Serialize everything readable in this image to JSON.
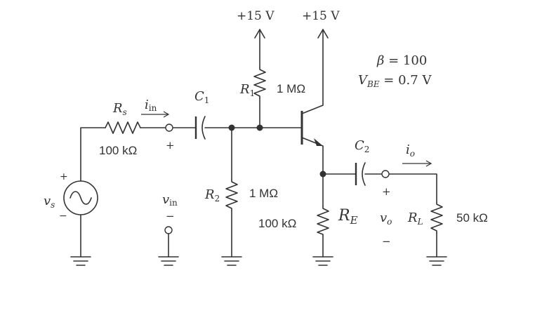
{
  "supply": {
    "left": "+15 V",
    "right": "+15 V"
  },
  "params": {
    "beta_sym": "β",
    "beta_eq": " = 100",
    "vbe_sym": "V",
    "vbe_sub": "BE",
    "vbe_eq": " = 0.7 V"
  },
  "components": {
    "R1": {
      "sym": "R",
      "sub": "1",
      "value": "1 MΩ"
    },
    "R2": {
      "sym": "R",
      "sub": "2",
      "value": "1 MΩ"
    },
    "Rs": {
      "sym": "R",
      "sub": "s",
      "value": "100 kΩ"
    },
    "RE": {
      "sym": "R",
      "sub": "E",
      "value": "100 kΩ"
    },
    "RL": {
      "sym": "R",
      "sub": "L",
      "value": "50 kΩ"
    },
    "C1": {
      "sym": "C",
      "sub": "1"
    },
    "C2": {
      "sym": "C",
      "sub": "2"
    }
  },
  "signals": {
    "iin": {
      "sym": "i",
      "sub": "in"
    },
    "io": {
      "sym": "i",
      "sub": "o"
    },
    "vs": {
      "sym": "v",
      "sub": "s"
    },
    "vin": {
      "sym": "v",
      "sub": "in"
    },
    "vo": {
      "sym": "v",
      "sub": "o"
    }
  },
  "polarity": {
    "plus": "+",
    "minus": "−"
  }
}
